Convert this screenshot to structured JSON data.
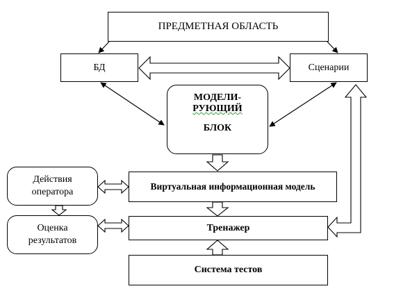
{
  "blocks": {
    "subject_area": "ПРЕДМЕТНАЯ ОБЛАСТЬ",
    "db": "БД",
    "scenarios": "Сценарии",
    "modeling_block": {
      "line1": "МОДЕЛИ-",
      "line2": "РУЮЩИЙ",
      "line3": "БЛОК"
    },
    "virtual_model": "Виртуальная информационная модель",
    "operator_actions": {
      "line1": "Действия",
      "line2": "оператора"
    },
    "simulator": "Тренажер",
    "results_assessment": {
      "line1": "Оценка",
      "line2": "результатов"
    },
    "test_system": "Система тестов"
  }
}
